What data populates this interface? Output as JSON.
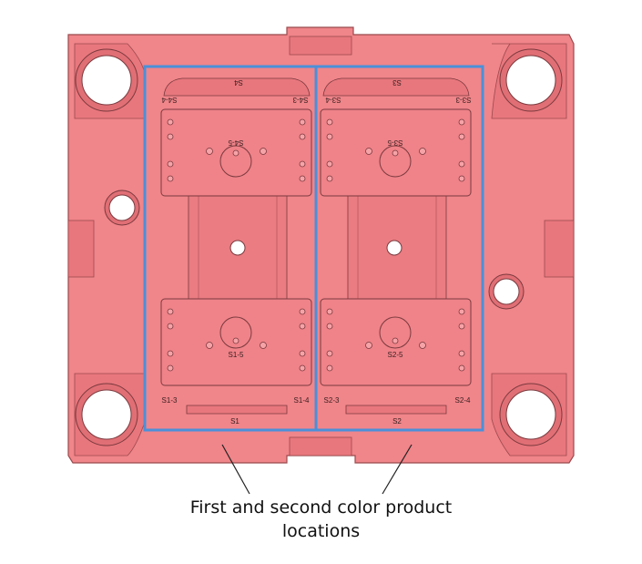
{
  "plate": {
    "fill_color": "#f0858a",
    "edge_color": "#9a4a4e",
    "highlight_color": "#4a90d9"
  },
  "labels": {
    "s1": "S1",
    "s2": "S2",
    "s3": "S3",
    "s4": "S4",
    "s1_3": "S1-3",
    "s1_4": "S1-4",
    "s2_3": "S2-3",
    "s2_4": "S2-4",
    "s3_3": "S3-3",
    "s3_4": "S3-4",
    "s4_3": "S4-3",
    "s4_4": "S4-4",
    "s1_5": "S1-5",
    "s2_5": "S2-5",
    "s3_5": "S3-5",
    "s4_5": "S4-5"
  },
  "caption": {
    "line1": "First and second color product",
    "line2": "locations"
  }
}
